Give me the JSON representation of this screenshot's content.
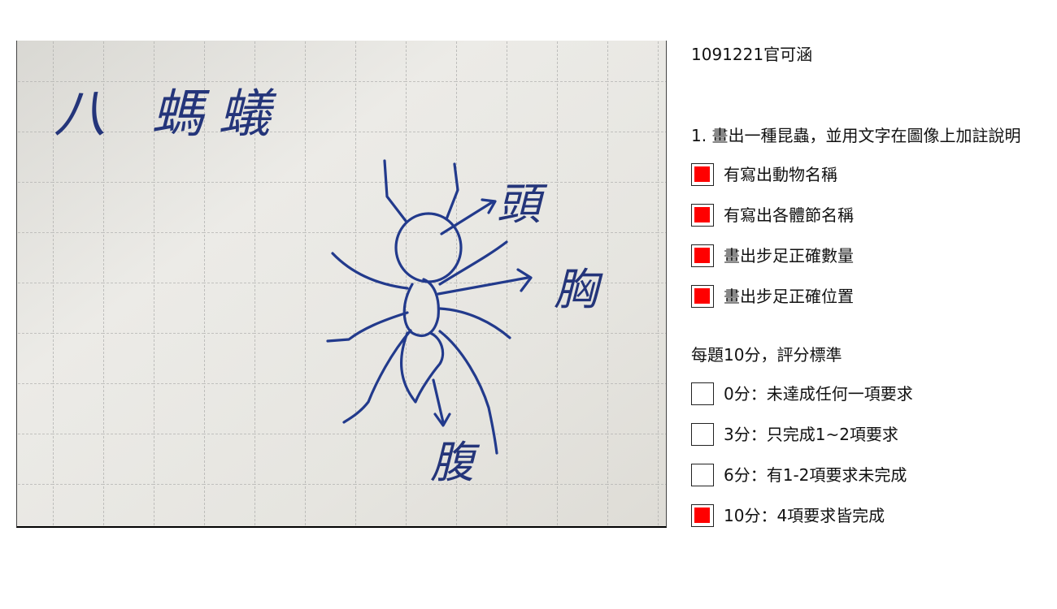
{
  "student": {
    "id_name": "1091221官可涵"
  },
  "question": {
    "text": "1. 畫出一種昆蟲，並用文字在圖像上加註說明",
    "criteria": [
      {
        "label": "有寫出動物名稱",
        "checked": true
      },
      {
        "label": "有寫出各體節名稱",
        "checked": true
      },
      {
        "label": "畫出步足正確數量",
        "checked": true
      },
      {
        "label": "畫出步足正確位置",
        "checked": true
      }
    ]
  },
  "rubric": {
    "title": "每題10分，評分標準",
    "options": [
      {
        "label": "0分：未達成任何一項要求",
        "checked": false
      },
      {
        "label": "3分：只完成1~2項要求",
        "checked": false
      },
      {
        "label": "6分：有1-2項要求未完成",
        "checked": false
      },
      {
        "label": "10分：4項要求皆完成",
        "checked": true
      }
    ]
  },
  "drawing": {
    "title": "八 螞蟻",
    "labels": {
      "head": "頭",
      "thorax": "胸",
      "abdomen": "腹"
    }
  },
  "colors": {
    "check_fill": "#ff0000",
    "ink": "#1f3a8a",
    "paper": "#e9e8e4",
    "grid": "#b9b9b7"
  }
}
